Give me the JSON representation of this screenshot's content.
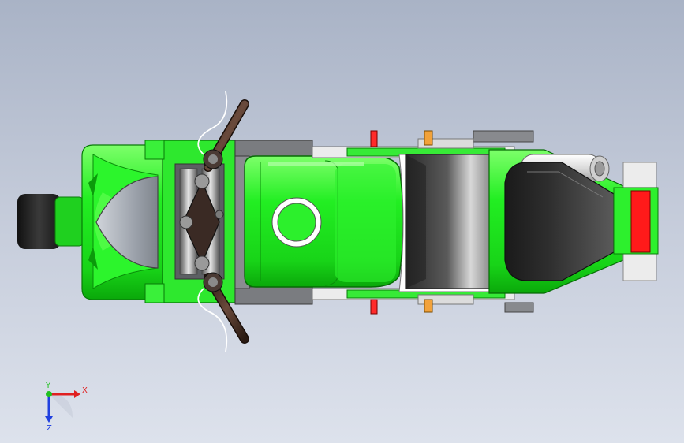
{
  "view": {
    "background_top": "#a9b3c6",
    "background_bottom": "#dde2ec"
  },
  "model": {
    "body_color": "#22ee22",
    "body_light": "#9dff8a",
    "body_dark": "#0aa80a",
    "frame_grey": "#76787c",
    "seat_dark": "#2a2a2a",
    "tail_light_red": "#ff1a1a",
    "exhaust_color": "#e9e9e9"
  },
  "triad": {
    "x_label": "X",
    "y_label": "Y",
    "z_label": "Z",
    "x_color": "#e02020",
    "y_color": "#20c020",
    "z_color": "#2040e0"
  }
}
